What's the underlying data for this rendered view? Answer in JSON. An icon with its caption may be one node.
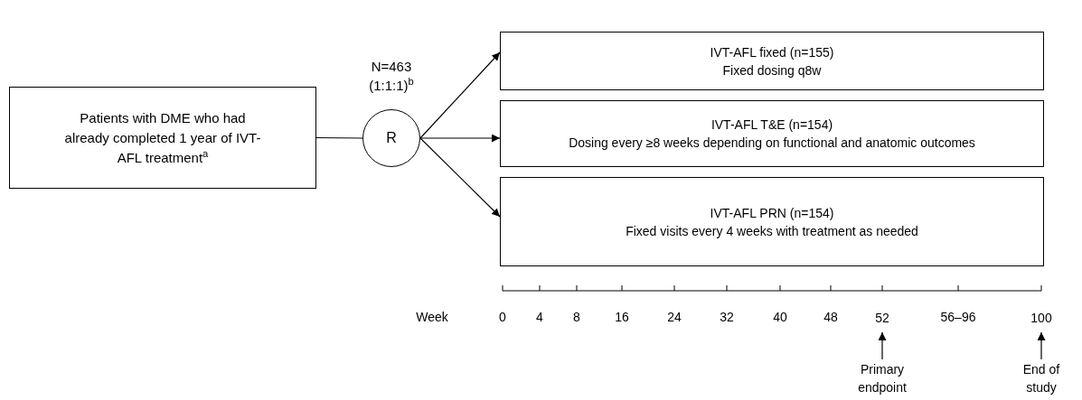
{
  "diagram": {
    "nodes": [
      {
        "text": [
          "Patients with DME who had already completed 1 year of IVT-AFL treatment$^{a}$"
        ]
      },
      {
        "text": [
          "R"
        ],
        "beside": [
          "N=463",
          "(1:1:1)$^{b}$"
        ]
      },
      {
        "text": [
          "IVT-AFL fixed (n=155)",
          "Fixed dosing q8w"
        ]
      },
      {
        "text": [
          "IVT-AFL T&E (n=154)",
          "Dosing every ≥8 weeks depending on functional and anatomic outcomes"
        ]
      },
      {
        "text": [
          "IVT-AFL PRN (n=154)",
          "Fixed visits every 4 weeks with treatment as needed"
        ]
      },
      {
        "text": [
          "Primary endpoint"
        ]
      },
      {
        "text": [
          "End of study"
        ]
      },
      {
        "text": [
          "52"
        ]
      },
      {
        "text": [
          "100"
        ]
      }
    ],
    "edges": [
      {
        "from": 0,
        "to": 1,
        "arrow": "none"
      },
      {
        "from": 1,
        "to": 2,
        "arrow": "to"
      },
      {
        "from": 1,
        "to": 3,
        "arrow": "to"
      },
      {
        "from": 1,
        "to": 4,
        "arrow": "to"
      },
      {
        "from": 5,
        "to": 7,
        "arrow": "to"
      },
      {
        "from": 6,
        "to": 8,
        "arrow": "to"
      }
    ],
    "labels": [
      "Week",
      "0",
      "4",
      "8",
      "16",
      "24",
      "32",
      "40",
      "48",
      "56–96"
    ]
  }
}
